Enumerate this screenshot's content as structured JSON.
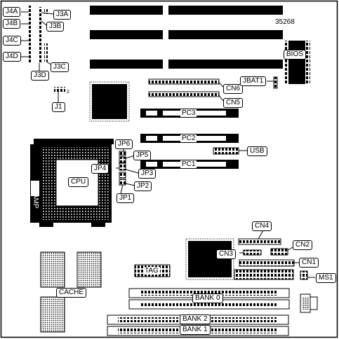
{
  "figure_id": "35268",
  "bios_label": "BIOS",
  "jumpers": {
    "j4a": "J4A",
    "j4b": "J4B",
    "j4c": "J4C",
    "j4d": "J4D",
    "j3a": "J3A",
    "j3b": "J3B",
    "j3c": "J3C",
    "j3d": "J3D",
    "j1": "J1",
    "j1_pin": "2",
    "jbat1": "JBAT1",
    "jp1": "JP1",
    "jp2": "JP2",
    "jp3": "JP3",
    "jp4": "JP4",
    "jp5": "JP5",
    "jp6": "JP6"
  },
  "connectors": {
    "cn1": "CN1",
    "cn2": "CN2",
    "cn3": "CN3",
    "cn4": "CN4",
    "cn5": "CN5",
    "cn6": "CN6",
    "usb": "USB",
    "ms1": "MS1"
  },
  "slots": {
    "pc1": "PC1",
    "pc2": "PC2",
    "pc3": "PC3"
  },
  "cpu": {
    "label": "CPU",
    "socket_brand": "AMP"
  },
  "memory": {
    "bank0": "BANK 0",
    "bank1": "BANK 1",
    "bank2": "BANK 2"
  },
  "chips": {
    "cache": "CACHE",
    "tag": "TAG"
  }
}
